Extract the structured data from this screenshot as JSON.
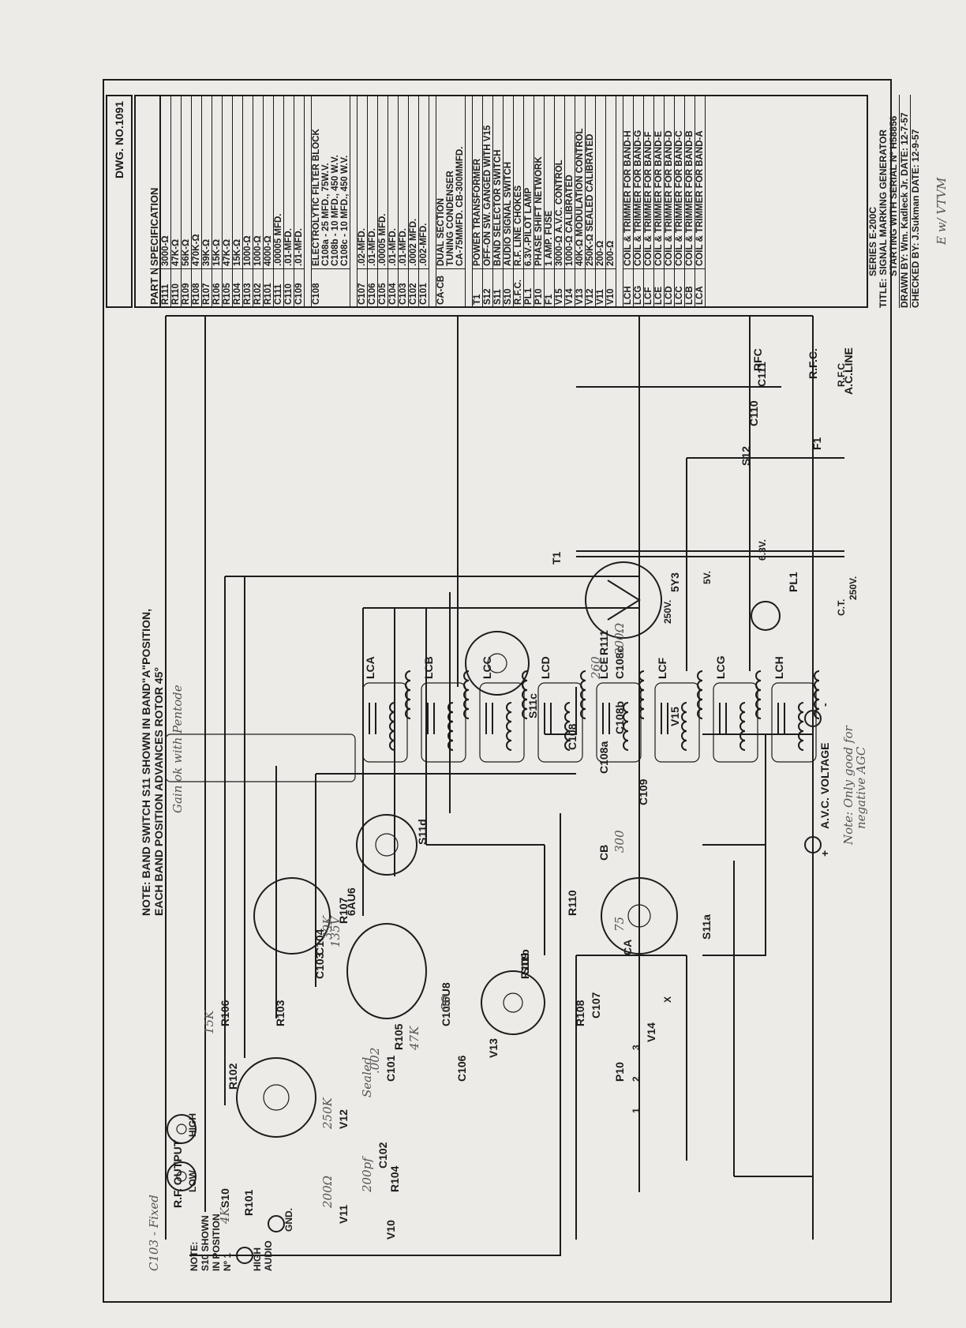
{
  "drawing_number": "DWG. NO.1091",
  "table_headers": {
    "part": "PART Nº",
    "spec": "SPECIFICATION"
  },
  "parts": [
    {
      "part": "R111",
      "spec": "3000-Ω"
    },
    {
      "part": "R110",
      "spec": "47K-Ω"
    },
    {
      "part": "R109",
      "spec": "56K-Ω"
    },
    {
      "part": "R108",
      "spec": "470K-Ω"
    },
    {
      "part": "R107",
      "spec": "39K-Ω"
    },
    {
      "part": "R106",
      "spec": "15K-Ω"
    },
    {
      "part": "R105",
      "spec": "47K-Ω"
    },
    {
      "part": "R104",
      "spec": "15K-Ω"
    },
    {
      "part": "R103",
      "spec": "1000-Ω"
    },
    {
      "part": "R102",
      "spec": "1000-Ω"
    },
    {
      "part": "R101",
      "spec": "4000-Ω"
    },
    {
      "part": "C111",
      "spec": ".00005 MFD."
    },
    {
      "part": "C110",
      "spec": ".01-MFD."
    },
    {
      "part": "C109",
      "spec": ".01-MFD."
    },
    {
      "part": "C108",
      "spec": "ELECTROLYTIC FILTER BLOCK\nC108a - 25 MFD., 75W.V.\nC108b - 10 MFD., 450 W.V.\nC108c - 10 MFD., 450 W.V."
    },
    {
      "part": "C107",
      "spec": ".02-MFD."
    },
    {
      "part": "C106",
      "spec": ".01-MFD."
    },
    {
      "part": "C105",
      "spec": ".00005 MFD."
    },
    {
      "part": "C104",
      "spec": ".01-MFD."
    },
    {
      "part": "C103",
      "spec": ".01-MFD."
    },
    {
      "part": "C102",
      "spec": ".0002 MFD."
    },
    {
      "part": "C101",
      "spec": ".002-MFD."
    },
    {
      "part": "CA-CB",
      "spec": "DUAL SECTION\nTUNING CONDENSER\nCA-75MMFD.  CB-300MMFD."
    },
    {
      "part": "T1",
      "spec": "POWER TRANSFORMER"
    },
    {
      "part": "S12",
      "spec": "OFF-ON SW. GANGED WITH V15"
    },
    {
      "part": "S11",
      "spec": "BAND SELECTOR SWITCH"
    },
    {
      "part": "S10",
      "spec": "AUDIO SIGNAL SWITCH"
    },
    {
      "part": "R.F.C.",
      "spec": "R.F. LINE CHOKES"
    },
    {
      "part": "PL1",
      "spec": "6.3V.-PILOT LAMP"
    },
    {
      "part": "P10",
      "spec": "PHASE SHIFT NETWORK"
    },
    {
      "part": "F1",
      "spec": "1 AMP. FUSE"
    },
    {
      "part": "V15",
      "spec": "3000-Ω A.V.C. CONTROL"
    },
    {
      "part": "V14",
      "spec": "1000-Ω CALIBRATED"
    },
    {
      "part": "V13",
      "spec": "40K-Ω MODULATION CONTROL"
    },
    {
      "part": "V12",
      "spec": "250K-Ω SEALED CALIBRATED"
    },
    {
      "part": "V11",
      "spec": "200-Ω"
    },
    {
      "part": "V10",
      "spec": "200-Ω"
    },
    {
      "part": "LCH",
      "spec": "COIL & TRIMMER FOR BAND-H"
    },
    {
      "part": "LCG",
      "spec": "COIL & TRIMMER FOR BAND-G"
    },
    {
      "part": "LCF",
      "spec": "COIL & TRIMMER FOR BAND-F"
    },
    {
      "part": "LCE",
      "spec": "COIL & TRIMMER FOR BAND-E"
    },
    {
      "part": "LCD",
      "spec": "COIL & TRIMMER FOR BAND-D"
    },
    {
      "part": "LCC",
      "spec": "COIL & TRIMMER FOR BAND-C"
    },
    {
      "part": "LCB",
      "spec": "COIL & TRIMMER FOR BAND-B"
    },
    {
      "part": "LCA",
      "spec": "COIL & TRIMMER FOR BAND-A"
    }
  ],
  "title_block": {
    "series": "SERIES E-200C",
    "title_label": "TITLE:",
    "title": "SIGNAL MARKING GENERATOR",
    "serial": "STARTING WITH SERIAL Nº H58856",
    "drawn": "DRAWN BY: Wm. Kadleck Jr.   DATE: 12-7-57",
    "checked": "CHECKED BY: J.Sukman   DATE: 12-9-57"
  },
  "notes": {
    "band_switch_1": "NOTE: BAND SWITCH S11 SHOWN IN BAND\"A\"POSITION,",
    "band_switch_2": "EACH BAND POSITION ADVANCES ROTOR 45°",
    "s10_1": "NOTE:",
    "s10_2": "S10 SHOWN",
    "s10_3": "IN POSITION",
    "s10_4": "Nº 1"
  },
  "coil_labels": [
    "LCA",
    "LCB",
    "LCC",
    "LCD",
    "LCE",
    "LCF",
    "LCG",
    "LCH"
  ],
  "labels": {
    "rf_output": "R.F. OUTPUT",
    "low": "LOW",
    "high": "HIGH",
    "gnd": "GND.",
    "high_audio_1": "HIGH",
    "high_audio_2": "AUDIO",
    "ac_line": "A.C.LINE",
    "avc_voltage": "A.V.C. VOLTAGE",
    "plus": "+",
    "minus": "-",
    "tube_6au6": "6AU6",
    "tube_6u8": "6U8",
    "tube_5y3": "5Y3",
    "s11a": "S11a",
    "s11b": "S11b",
    "s11c": "S11c",
    "s11d": "S11d",
    "s10": "S10",
    "s12": "S12",
    "t1": "T1",
    "f1": "F1",
    "rfc1": "RFC",
    "rfc2": "R.F.C.",
    "rfc3": "R.F.C",
    "pl1": "PL1",
    "p10": "P10",
    "v6_3": "6.3V.",
    "v5": "5V.",
    "v250a": "250V.",
    "v250b": "250V.",
    "ct": "C.T.",
    "ca": "CA",
    "cb": "CB",
    "x": "X",
    "tap1": "1",
    "tap2": "2",
    "tap3": "3",
    "r101": "R101",
    "r102": "R102",
    "r103": "R103",
    "r104": "R104",
    "r105": "R105",
    "r106": "R106",
    "r107": "R107",
    "r108": "R108",
    "r109": "R109",
    "r110": "R110",
    "r111": "R111",
    "c101": "C101",
    "c102": "C102",
    "c103": "C103",
    "c104": "C104",
    "c105": "C105",
    "c106": "C106",
    "c107": "C107",
    "c108": "C108",
    "c108a": "C108a",
    "c108b": "C108b",
    "c108c": "C108c",
    "c109": "C109",
    "c110": "C110",
    "c111": "C111",
    "v10": "V10",
    "v11": "V11",
    "v12": "V12",
    "v13": "V13",
    "v14": "V14",
    "v15": "V15"
  },
  "handwritten": {
    "note_avc_1": "Note: Only good for",
    "note_avc_2": "negative AGC",
    "evtvm": "E w/ VTVM",
    "gain_note": "Gain ok with Pentode",
    "margin_note": "C103 - Fixed",
    "mod": "Sealed",
    "r106_val": "15K",
    "r107_val": "39K",
    "r111_val": "300Ω",
    "r111_alt": "260",
    "c101_val": ".002",
    "c104_val": "135V",
    "c105_val": "50",
    "cb_val": "300",
    "ca_val": "75",
    "r105_val": "47K",
    "v12_val": "250K",
    "v11_val": "200Ω",
    "c102_val": "200pf",
    "r101_val": "4K"
  }
}
